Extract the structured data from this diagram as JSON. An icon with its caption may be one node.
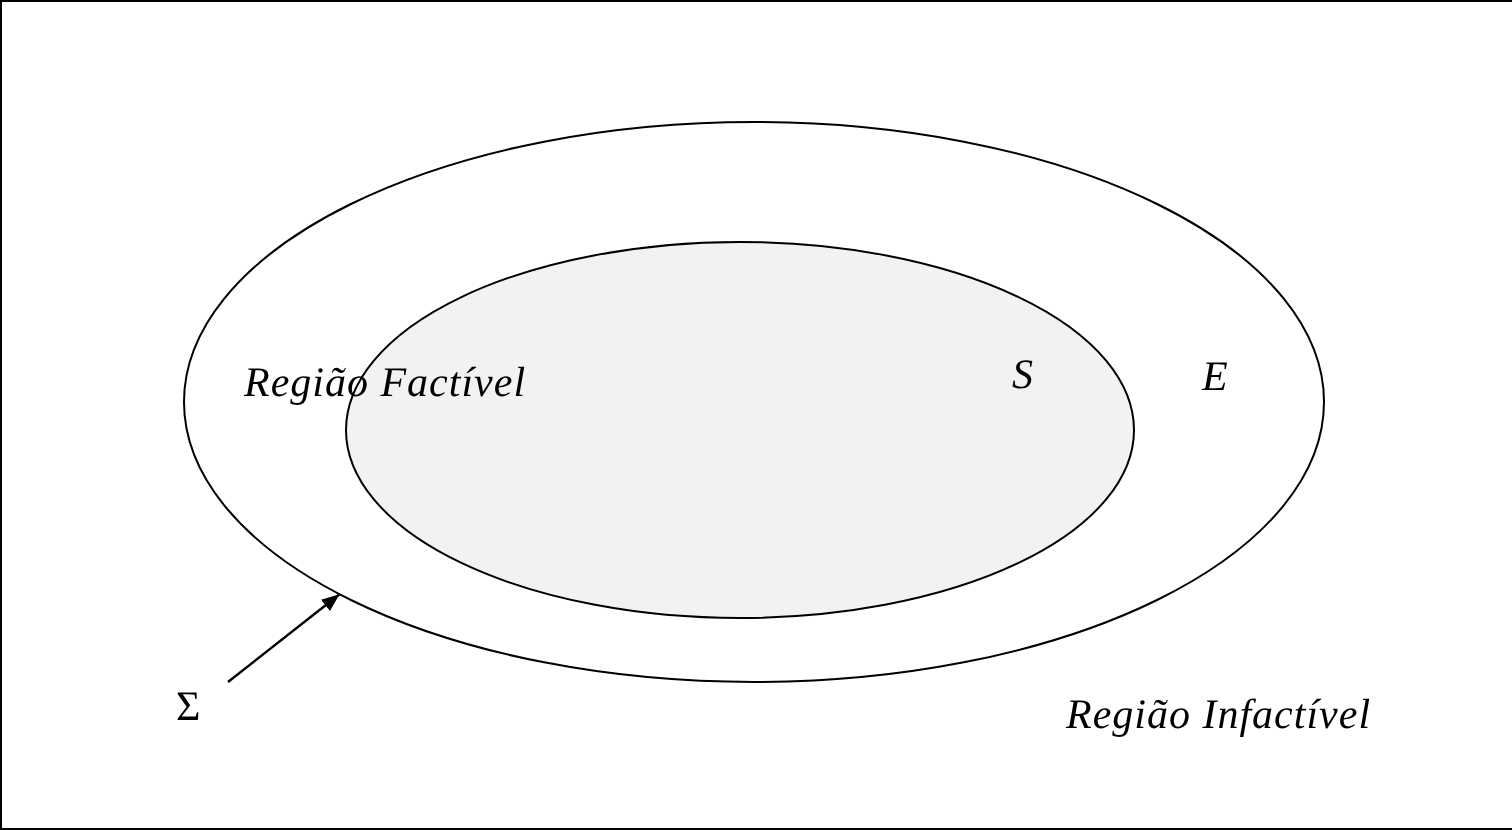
{
  "diagram": {
    "nodes": [
      {
        "text": [
          "E"
        ]
      },
      {
        "text": [
          "S"
        ],
        "in": 0
      },
      {
        "text": [
          "Σ"
        ]
      }
    ],
    "edges": [
      {
        "from": 2,
        "to": 0,
        "arrow": "to"
      }
    ],
    "labels": [
      "Região Factível",
      "Região Infactível"
    ]
  }
}
